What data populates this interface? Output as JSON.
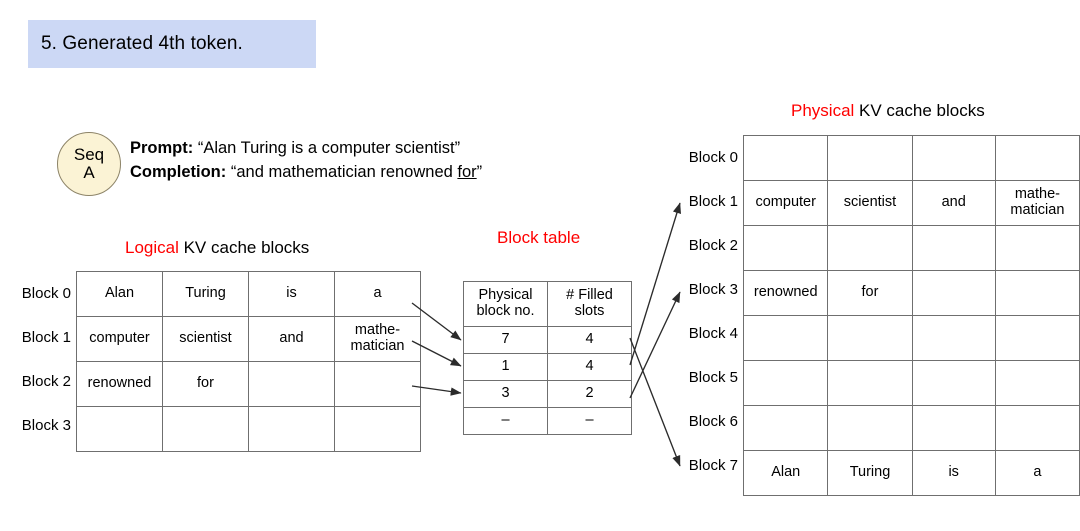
{
  "step": {
    "label": "5. Generated 4th token.",
    "banner_color": "#ccd8f5"
  },
  "sequence": {
    "badge_line1": "Seq",
    "badge_line2": "A",
    "prompt_label": "Prompt:",
    "prompt_text": "“Alan Turing is a computer scientist”",
    "completion_label": "Completion:",
    "completion_prefix": "“and mathematician renowned ",
    "completion_latest_token": "for",
    "completion_suffix": "”"
  },
  "logical": {
    "caption_highlight": "Logical",
    "caption_rest": " KV cache blocks",
    "row_labels": [
      "Block 0",
      "Block 1",
      "Block 2",
      "Block 3"
    ],
    "rows": [
      [
        "Alan",
        "Turing",
        "is",
        "a"
      ],
      [
        "computer",
        "scientist",
        "and",
        "mathe-\nmatician"
      ],
      [
        "renowned",
        "for",
        "",
        ""
      ],
      [
        "",
        "",
        "",
        ""
      ]
    ]
  },
  "block_table": {
    "caption": "Block table",
    "headers": [
      "Physical\nblock no.",
      "# Filled\nslots"
    ],
    "rows": [
      {
        "physical_block_no": "7",
        "filled_slots": "4"
      },
      {
        "physical_block_no": "1",
        "filled_slots": "4"
      },
      {
        "physical_block_no": "3",
        "filled_slots": "2"
      },
      {
        "physical_block_no": "–",
        "filled_slots": "–"
      }
    ]
  },
  "physical": {
    "caption_highlight": "Physical",
    "caption_rest": " KV cache blocks",
    "row_labels": [
      "Block 0",
      "Block 1",
      "Block 2",
      "Block 3",
      "Block 4",
      "Block 5",
      "Block 6",
      "Block 7"
    ],
    "rows": [
      [
        "",
        "",
        "",
        ""
      ],
      [
        "computer",
        "scientist",
        "and",
        "mathe-\nmatician"
      ],
      [
        "",
        "",
        "",
        ""
      ],
      [
        "renowned",
        "for",
        "",
        ""
      ],
      [
        "",
        "",
        "",
        ""
      ],
      [
        "",
        "",
        "",
        ""
      ],
      [
        "",
        "",
        "",
        ""
      ],
      [
        "Alan",
        "Turing",
        "is",
        "a"
      ]
    ]
  },
  "colors": {
    "filled_cell": "#faeec7",
    "latest_token_cell": "#dfab1f",
    "header_cell": "#d9d9d9",
    "highlight_pink": "#f2d2d5",
    "caption_accent": "#ff0000",
    "banner": "#ccd8f5",
    "badge": "#fbf3d5"
  }
}
